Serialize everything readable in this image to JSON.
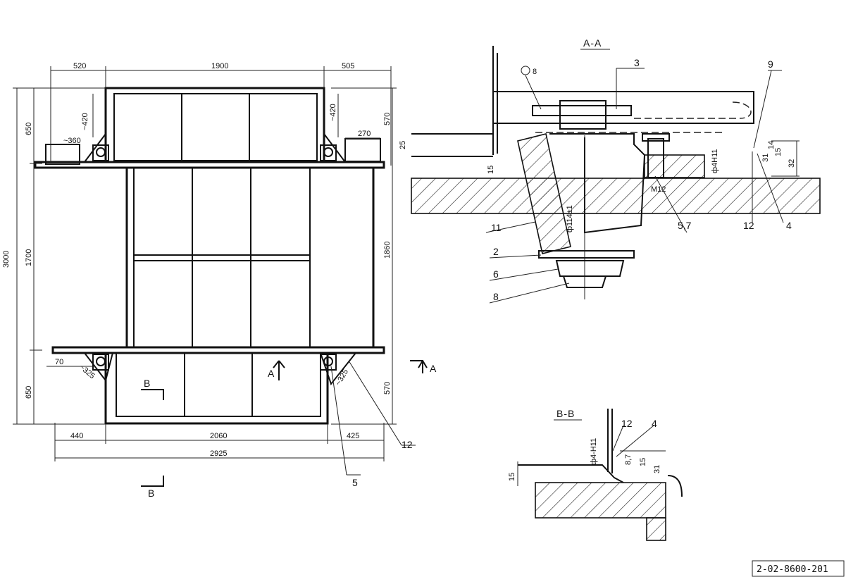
{
  "plan": {
    "dims_top": [
      "520",
      "1900",
      "505"
    ],
    "dims_left_outer": "3000",
    "dims_left": [
      "650",
      "1700",
      "650"
    ],
    "dims_right": [
      "570",
      "1860",
      "570"
    ],
    "dims_bottom": [
      "440",
      "2060",
      "425"
    ],
    "dim_total_bottom": "2925",
    "dim_corner_top": "~420",
    "dim_corner_top_right": "~420",
    "dim_bracket_top": "~360",
    "dim_bracket_right": "270",
    "dim_bracket_bottom": "70",
    "dim_corner_bottom_left": "~325",
    "dim_corner_bottom_right": "~325",
    "callouts": [
      "12",
      "5"
    ],
    "section_marks": {
      "a": "A",
      "b": "B"
    }
  },
  "section_aa": {
    "title": "A-A",
    "weld_symbol": "8",
    "callouts": [
      "3",
      "9",
      "11",
      "2",
      "6",
      "8",
      "5,7",
      "12",
      "4"
    ],
    "dims": [
      "25",
      "15",
      "15",
      "32",
      "31",
      "14"
    ],
    "notes": [
      "ф114±1",
      "ф4H11",
      "M12"
    ]
  },
  "section_bb": {
    "title": "B-B",
    "callouts": [
      "12",
      "4"
    ],
    "dims": [
      "15",
      "8,7",
      "15",
      "31"
    ],
    "notes": [
      "ф4-H11"
    ]
  },
  "stamp": {
    "number": "2-02-8600-201"
  }
}
